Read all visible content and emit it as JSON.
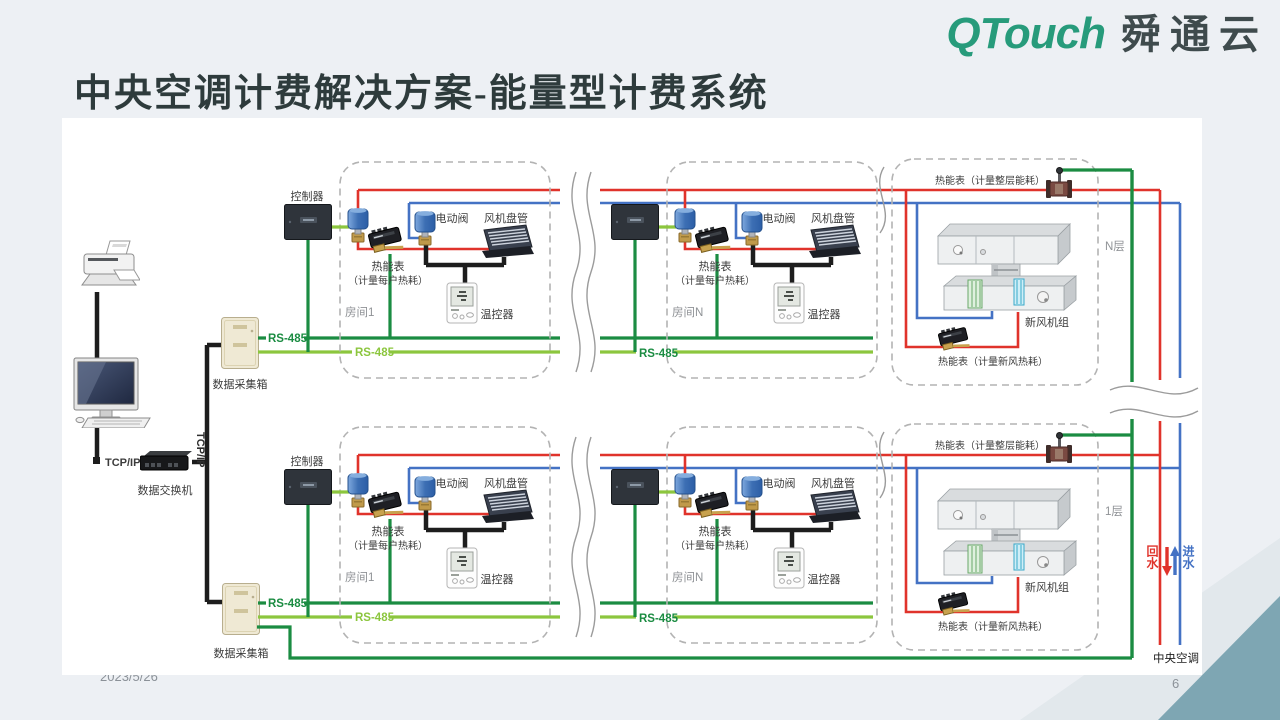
{
  "slide": {
    "title": "中央空调计费解决方案-能量型计费系统",
    "logo": {
      "en": "QTouch",
      "cn": "舜通云"
    },
    "footer": {
      "date": "2023/5/26",
      "page": "6"
    }
  },
  "colors": {
    "logo_green": "#279b7b",
    "title_text": "#2e3b3c",
    "wire_red": "#e0332b",
    "wire_blue": "#4472c4",
    "wire_dark_green": "#1b8c42",
    "wire_light_green": "#8cc63e",
    "corner_teal": "#7ea6b3"
  },
  "diagram": {
    "network": {
      "tcpip": "TCP/IP",
      "switch": "数据交换机",
      "collection_box": "数据采集箱",
      "rs485": "RS-485"
    },
    "room": {
      "controller": "控制器",
      "heat_meter": "热能表",
      "heat_meter_note": "（计量每户热耗）",
      "valve": "电动阀",
      "fan_coil": "风机盘管",
      "thermostat": "温控器",
      "room1": "房间1",
      "roomN": "房间N"
    },
    "floor": {
      "floor_meter": "热能表（计量整层能耗）",
      "fresh_air_unit": "新风机组",
      "fresh_air_meter": "热能表（计量新风热耗）",
      "floorN": "N层",
      "floor1": "1层"
    },
    "plant": {
      "return_water": "回水",
      "supply_water": "进水",
      "central_ac": "中央空调"
    }
  }
}
